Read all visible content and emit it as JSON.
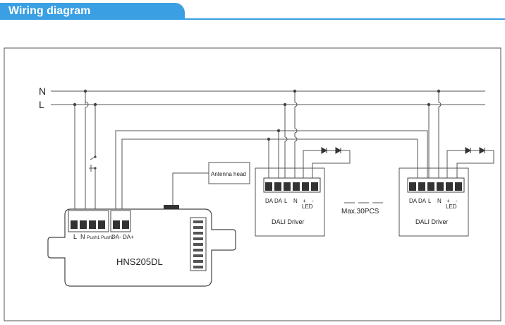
{
  "header": {
    "title": "Wiring diagram"
  },
  "lines": {
    "neutral": "N",
    "live": "L"
  },
  "controller": {
    "model": "HNS205DL",
    "terminal_label_l": "L",
    "terminal_label_n": "N",
    "terminal_label_push": "Push1 Push2",
    "terminal_label_da": "DA- DA+"
  },
  "antenna": {
    "label": "Antenna head"
  },
  "driver": {
    "name": "DALI Driver",
    "terminals": [
      "DA",
      "DA",
      "L",
      "N",
      "+",
      "-"
    ],
    "led_label": "LED"
  },
  "count_note": "Max.30PCS",
  "colors": {
    "accent": "#3a9fe3",
    "line": "#555555"
  }
}
